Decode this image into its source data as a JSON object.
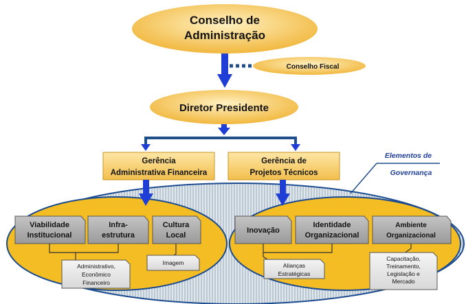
{
  "nodes": {
    "board": {
      "line1": "Conselho de",
      "line2": "Administração"
    },
    "fiscal": {
      "label": "Conselho Fiscal"
    },
    "president": {
      "label": "Diretor Presidente"
    },
    "mgmt_admin": {
      "line1": "Gerência",
      "line2": "Administrativa Financeira"
    },
    "mgmt_tech": {
      "line1": "Gerência de",
      "line2": "Projetos Técnicos"
    }
  },
  "governance": {
    "line1": "Elementos de",
    "line2": "Governança"
  },
  "left_group": {
    "viabilidade": {
      "line1": "Viabilidade",
      "line2": "Institucional"
    },
    "infra": {
      "line1": "Infra-",
      "line2": "estrutura"
    },
    "cultura": {
      "line1": "Cultura",
      "line2": "Local"
    },
    "admin_econ": {
      "line1": "Administrativo,",
      "line2": "Econômico",
      "line3": "Financeiro"
    },
    "imagem": {
      "label": "Imagem"
    }
  },
  "right_group": {
    "inovacao": {
      "label": "Inovação"
    },
    "identidade": {
      "line1": "Identidade",
      "line2": "Organizacional"
    },
    "ambiente": {
      "line1": "Ambiente",
      "line2": "Organizacional"
    },
    "aliancas": {
      "line1": "Alianças",
      "line2": "Estratégicas"
    },
    "capacitacao": {
      "line1": "Capacitação,",
      "line2": "Treinamento,",
      "line3": "Legislação e",
      "line4": "Mercado"
    }
  },
  "colors": {
    "ellipse_fill": "#f6c24a",
    "ellipse_light": "#fde9b0",
    "arrow_blue": "#1f3ed6",
    "connector_blue": "#1f4e8a",
    "box_gray": "#a8a8a8",
    "box_light": "#e6e6e6",
    "group_ellipse": "#f3bd23",
    "group_stroke": "#1a4a8f",
    "hatch_bg": "#c9d3dc"
  }
}
